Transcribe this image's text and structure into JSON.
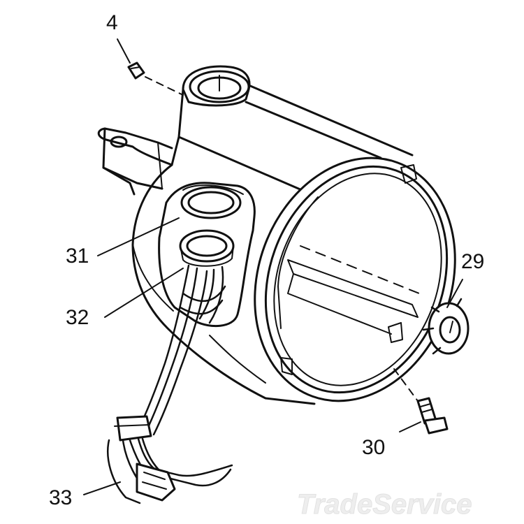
{
  "labels": {
    "part_4": "4",
    "part_29": "29",
    "part_30": "30",
    "part_31": "31",
    "part_32": "32",
    "part_33": "33"
  },
  "watermark": "TradeService",
  "colors": {
    "line": "#111111",
    "background": "#ffffff",
    "watermark": "#e6e6e6"
  }
}
